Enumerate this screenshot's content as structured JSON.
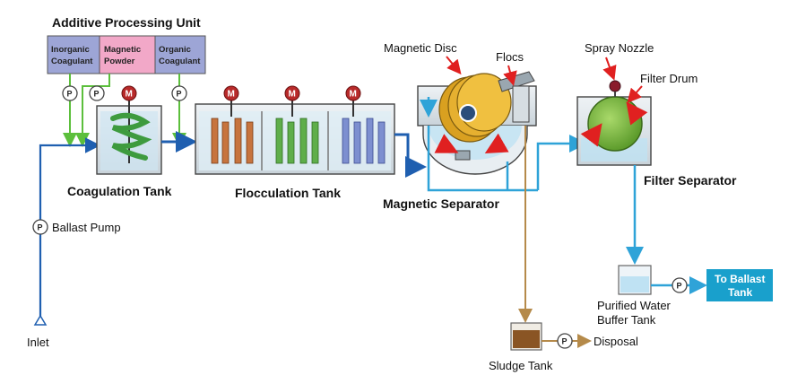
{
  "title": "Additive Processing Unit",
  "additives": [
    {
      "line1": "Inorganic",
      "line2": "Coagulant",
      "color": "#9da5d6"
    },
    {
      "line1": "Magnetic",
      "line2": "Powder",
      "color": "#f2a8c8"
    },
    {
      "line1": "Organic",
      "line2": "Coagulant",
      "color": "#9da5d6"
    }
  ],
  "pump_letter": "P",
  "motor_letter": "M",
  "labels": {
    "coagulation_tank": "Coagulation Tank",
    "flocculation_tank": "Flocculation Tank",
    "magnetic_separator": "Magnetic Separator",
    "magnetic_disc": "Magnetic Disc",
    "flocs": "Flocs",
    "spray_nozzle": "Spray Nozzle",
    "filter_drum": "Filter Drum",
    "filter_separator": "Filter Separator",
    "ballast_pump": "Ballast Pump",
    "inlet": "Inlet",
    "purified_line1": "Purified Water",
    "purified_line2": "Buffer Tank",
    "to_ballast_line1": "To Ballast",
    "to_ballast_line2": "Tank",
    "sludge_tank": "Sludge Tank",
    "disposal": "Disposal"
  },
  "colors": {
    "pipe_inlet": "#1f5fb0",
    "pipe_additive": "#5cbf3c",
    "pipe_water": "#2fa3d8",
    "pipe_sludge": "#b58a4a",
    "motor": "#b82a2a",
    "to_ballast_bg": "#19a0cc",
    "flocs_arrow": "#e02020"
  }
}
